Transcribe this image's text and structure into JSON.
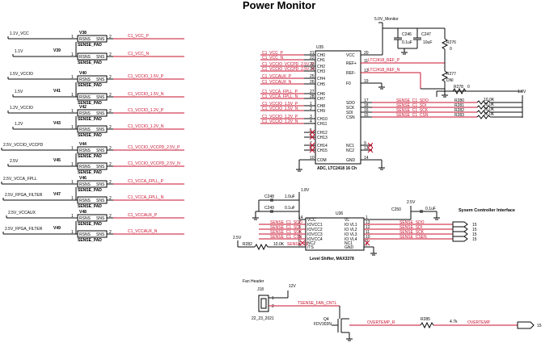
{
  "title": "Power Monitor",
  "sense_channels": [
    {
      "rail": "1.1V_VCC",
      "ref": "V38",
      "p": "C1_VCC_P",
      "n": "C1_VCC_N"
    },
    {
      "rail": "1.1V",
      "ref": "V39",
      "p": "",
      "n": ""
    },
    {
      "rail": "1.5V_VCCIO",
      "ref": "V40",
      "p": "C1_VCCIO_1.5V_P",
      "n": "C1_VCCIO_1.5V_N"
    },
    {
      "rail": "1.5V",
      "ref": "V41",
      "p": "",
      "n": ""
    },
    {
      "rail": "1.2V_VCCIO",
      "ref": "V42",
      "p": "C1_VCCIO_1.2V_P",
      "n": "C1_VCCIO_1.2V_N"
    },
    {
      "rail": "1.2V",
      "ref": "V43",
      "p": "",
      "n": ""
    },
    {
      "rail": "2.5V_VCCIO_VCCPD",
      "ref": "V44",
      "p": "C1_VCCIO_VCCPD_2.5V_P",
      "n": "C1_VCCIO_VCCPD_2.5V_N"
    },
    {
      "rail": "2.5V",
      "ref": "V45",
      "p": "",
      "n": ""
    },
    {
      "rail": "2.5V_VCCA_FPLL",
      "ref": "V46",
      "p": "C1_VCCA_FPLL_P",
      "n": "C1_VCCA_FPLL_N"
    },
    {
      "rail": "2.5V_FPGA_FILTER",
      "ref": "V47",
      "p": "",
      "n": ""
    },
    {
      "rail": "2.5V_VCCAUX",
      "ref": "V48",
      "p": "C1_VCCAUX_P",
      "n": "C1_VCCAUX_N"
    },
    {
      "rail": "2.5V_FPGA_FILTER",
      "ref": "V49",
      "p": "",
      "n": ""
    }
  ],
  "sense_labels": {
    "rsns": "RSNS",
    "sns": "SNS",
    "pad": "SENSE_PAD"
  },
  "adc": {
    "ref": "U35",
    "name": "ADC, LTC2418 16 Ch",
    "left_pins": [
      "CH0",
      "CH1",
      "CH2",
      "CH3",
      "CH4",
      "CH5",
      "CH6",
      "CH7",
      "CH8",
      "CH9",
      "CH10",
      "CH11",
      "CH12",
      "CH13",
      "CH14",
      "CH15",
      "COM"
    ],
    "left_nums": [
      "21",
      "22",
      "23",
      "24",
      "25",
      "26",
      "27",
      "28",
      "1",
      "2",
      "3",
      "4",
      "5",
      "6",
      "7",
      "8",
      "10"
    ],
    "right_pins": [
      "VCC",
      "REF+",
      "REF-",
      "F0",
      "SDO",
      "SCK",
      "SDI",
      "CSN",
      "NC1",
      "NC2",
      "GND"
    ],
    "right_nums": [
      "20",
      "11",
      "12",
      "19",
      "17",
      "18",
      "16",
      "15",
      "9",
      "13",
      "14"
    ],
    "inputs": [
      "C1_VCC_P",
      "C1_VCC_N",
      "C1_VCCIO_VCCPD_2.5V_P",
      "C1_VCCIO_VCCPD_2.5V_N",
      "C1_VCCAUX_P",
      "C1_VCCAUX_N",
      "C1_VCCA_FPLL_P",
      "C1_VCCA_FPLL_N",
      "C1_VCCIO_1.5V_P",
      "C1_VCCIO_1.5V_N",
      "C1_VCCIO_1.2V_P",
      "C1_VCCIO_1.2V_N"
    ]
  },
  "monitor_rail": "5.0V_Monitor",
  "caps_top": [
    {
      "ref": "C246",
      "val": "0.1uF"
    },
    {
      "ref": "C247",
      "val": "10uF"
    }
  ],
  "r276": {
    "ref": "R276",
    "val": "0"
  },
  "r277": {
    "ref": "R277",
    "val": "DNI"
  },
  "r278": {
    "ref": "R278",
    "val": "0"
  },
  "ref_nets": {
    "p": "LTC2418_REF_P",
    "n": "LTC2418_REF_N"
  },
  "rail_1v8": "1.8V",
  "sense_bus": [
    {
      "net": "SENSE_C1_SDO",
      "ref": "R280",
      "val": "10.0K"
    },
    {
      "net": "SENSE_C1_SDI",
      "ref": "R281",
      "val": "10.0K"
    },
    {
      "net": "SENSE_C1_SCK",
      "ref": "R282",
      "val": "10.0K"
    },
    {
      "net": "SENSE_C1_CSN",
      "ref": "R283",
      "val": "10.0K"
    }
  ],
  "shifter": {
    "ref": "U36",
    "name": "Level Shifter, MAX3378",
    "left_pins": [
      "VCC",
      "IOVCC1",
      "IOVCC2",
      "IOVCC3",
      "IOVCC4",
      "NC2",
      "/TS"
    ],
    "left_nums": [
      "14",
      "2",
      "3",
      "4",
      "5",
      "6",
      "8"
    ],
    "right_pins": [
      "VL",
      "IO VL1",
      "IO VL2",
      "IO VL3",
      "IO VL4",
      "NC1",
      "GND"
    ],
    "right_nums": [
      "1",
      "13",
      "12",
      "11",
      "10",
      "9",
      "7"
    ],
    "left_nets": [
      "SENSE_C1_SDO",
      "SENSE_C1_SDI",
      "SENSE_C1_SCK",
      "SENSE_C1_CSN"
    ],
    "right_nets": [
      "SENSE_SDO",
      "SENSE_SDI",
      "SENSE_SCK",
      "SENSE_CSEN"
    ]
  },
  "caps_shifter": [
    {
      "ref": "C248",
      "val": "1.0uF"
    },
    {
      "ref": "C249",
      "val": "0.1uF"
    },
    {
      "ref": "C250",
      "val": "0.1uF"
    }
  ],
  "rails_shifter": {
    "left": "1.8V",
    "right": "2.5V",
    "ts": "2.5V"
  },
  "r282": {
    "ref": "R282",
    "val": "10.0K",
    "net": "SENSE_TS"
  },
  "sys_if_title": "Sysem Controller Interface",
  "sys_if_pins": [
    "15",
    "15",
    "15",
    "15"
  ],
  "fan": {
    "header_label": "Fan Header",
    "ref": "J18",
    "part": "22_23_2021",
    "rail": "12V",
    "net": "TSENSE_FAN_CNTL",
    "fet": "FDV303N",
    "fet_ref": "Q4",
    "overtemp_net": "OVERTEMP_R",
    "resistor": {
      "ref": "R285",
      "val": "4.7k"
    },
    "out_net": "OVERTEMP",
    "out_pin": "15"
  }
}
